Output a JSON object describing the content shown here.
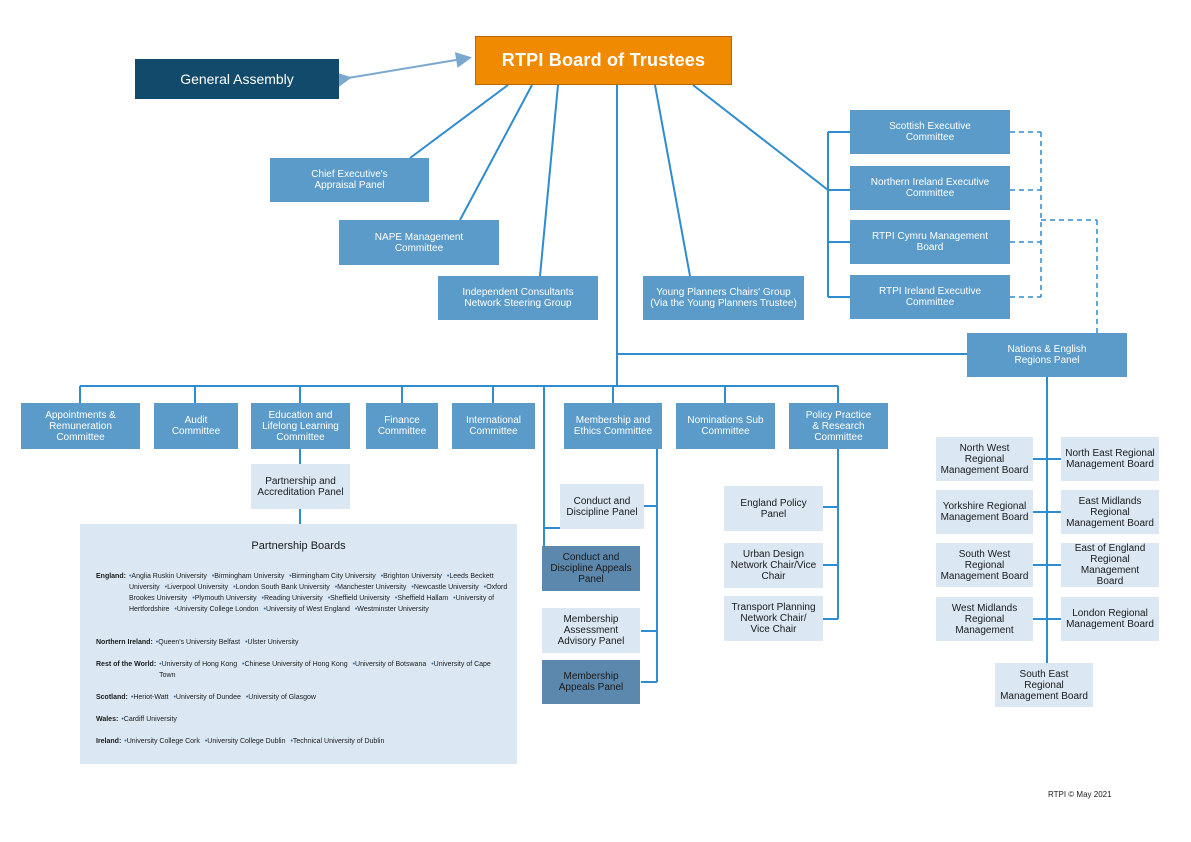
{
  "board": "RTPI Board of Trustees",
  "general_assembly": "General Assembly",
  "top_committees": {
    "chief_exec_panel": "Chief Executive's\nAppraisal Panel",
    "nape": "NAPE Management\nCommittee",
    "icn": "Independent Consultants\nNetwork Steering Group",
    "young_planners": "Young Planners Chairs' Group\n(Via the Young Planners Trustee)"
  },
  "nations": {
    "scottish": "Scottish Executive\nCommittee",
    "northern_ireland": "Northern Ireland Executive\nCommittee",
    "cymru": "RTPI Cymru Management\nBoard",
    "ireland": "RTPI Ireland Executive\nCommittee",
    "panel": "Nations & English\nRegions Panel"
  },
  "committees": {
    "appointments": "Appointments &\nRemuneration\nCommittee",
    "audit": "Audit\nCommittee",
    "education": "Education and\nLifelong Learning\nCommittee",
    "finance": "Finance\nCommittee",
    "international": "International\nCommittee",
    "membership_ethics": "Membership and\nEthics Committee",
    "nominations": "Nominations Sub\nCommittee",
    "policy_practice": "Policy Practice\n& Research\nCommittee"
  },
  "sub_groups": {
    "partnership_accreditation": "Partnership and\nAccreditation Panel",
    "conduct_discipline": "Conduct and\nDiscipline Panel",
    "conduct_discipline_appeals": "Conduct and\nDiscipline Appeals\nPanel",
    "membership_assessment": "Membership\nAssessment\nAdvisory Panel",
    "membership_appeals": "Membership\nAppeals Panel",
    "england_policy": "England Policy\nPanel",
    "urban_design": "Urban Design\nNetwork Chair/Vice\nChair",
    "transport_planning": "Transport Planning\nNetwork Chair/\nVice Chair"
  },
  "regions": {
    "north_west": "North West Regional\nManagement Board",
    "north_east": "North East Regional\nManagement Board",
    "yorkshire": "Yorkshire Regional\nManagement Board",
    "east_midlands": "East Midlands\nRegional\nManagement Board",
    "south_west": "South West Regional\nManagement Board",
    "east_of_england": "East of England\nRegional Management\nBoard",
    "west_midlands": "West Midlands\nRegional Management",
    "london": "London Regional\nManagement Board",
    "south_east": "South East Regional\nManagement Board"
  },
  "partnership_boards": {
    "title": "Partnership Boards",
    "england": {
      "label": "England:",
      "items": [
        "Anglia Ruskin University",
        "Birmingham University",
        "Birmingham City University",
        "Brighton University",
        "Leeds Beckett University",
        "Liverpool University",
        "London South Bank University",
        "Manchester University",
        "Newcastle University",
        "Oxford Brookes University",
        "Plymouth University",
        "Reading University",
        "Sheffield University",
        "Sheffield Hallam",
        "University of Hertfordshire",
        "University College London",
        "University of West England",
        "Westminster University"
      ]
    },
    "northern_ireland": {
      "label": "Northern Ireland:",
      "items": [
        "Queen's University Belfast",
        "Ulster University"
      ]
    },
    "rest_of_world": {
      "label": "Rest of the World:",
      "items": [
        "University of Hong Kong",
        "Chinese University of Hong Kong",
        "University of Botswana",
        "University of Cape Town"
      ]
    },
    "scotland": {
      "label": "Scotland:",
      "items": [
        "Heriot-Watt",
        "University of Dundee",
        "University of Glasgow"
      ]
    },
    "wales": {
      "label": "Wales:",
      "items": [
        "Cardiff University"
      ]
    },
    "ireland": {
      "label": "Ireland:",
      "items": [
        "University College Cork",
        "University College Dublin",
        "Technical University of Dublin"
      ]
    }
  },
  "copyright": "RTPI © May 2021",
  "colors": {
    "orange": "#f08a00",
    "navy": "#124a6b",
    "mid_blue": "#5b9bc9",
    "light_blue": "#dbe8f3",
    "dark_blue": "#5d88ad",
    "line_blue": "#2e8ccf"
  }
}
